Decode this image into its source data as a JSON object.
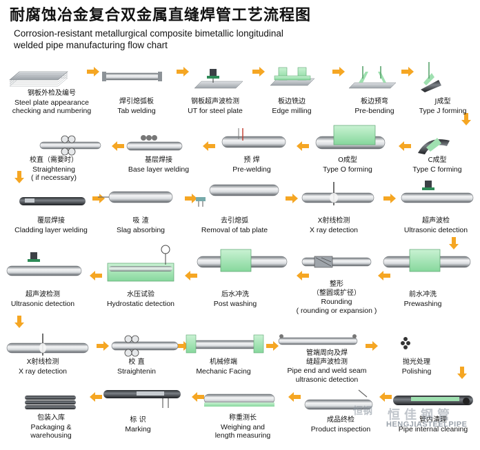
{
  "header": {
    "title_zh": "耐腐蚀冶金复合双金属直缝焊管工艺流程图",
    "title_en_line1": "Corrosion-resistant metallurgical composite bimetallic longitudinal",
    "title_en_line2": "welded pipe manufacturing flow chart"
  },
  "steps": [
    {
      "zh": "钢板外检及编号",
      "en": "Steel plate appearance",
      "en2": "checking and numbering"
    },
    {
      "zh": "焊引熄弧板",
      "en": "Tab welding",
      "en2": ""
    },
    {
      "zh": "钢板超声波检测",
      "en": "UT for steel plate",
      "en2": ""
    },
    {
      "zh": "板边铣边",
      "en": "Edge milling",
      "en2": ""
    },
    {
      "zh": "板边预弯",
      "en": "Pre-bending",
      "en2": ""
    },
    {
      "zh": "J成型",
      "en": "Type J forming",
      "en2": ""
    },
    {
      "zh": "C成型",
      "en": "Type C forming",
      "en2": ""
    },
    {
      "zh": "O成型",
      "en": "Type O forming",
      "en2": ""
    },
    {
      "zh": "预 焊",
      "en": "Pre-welding",
      "en2": ""
    },
    {
      "zh": "基层焊接",
      "en": "Base layer welding",
      "en2": ""
    },
    {
      "zh": "校直（需要时）",
      "en": "Straightening",
      "en2": "( if necessary)"
    },
    {
      "zh": "覆层焊接",
      "en": "Cladding layer welding",
      "en2": ""
    },
    {
      "zh": "吸 渣",
      "en": "Slag absorbing",
      "en2": ""
    },
    {
      "zh": "去引熄弧",
      "en": "Removal of tab plate",
      "en2": ""
    },
    {
      "zh": "X射线检测",
      "en": "X ray detection",
      "en2": ""
    },
    {
      "zh": "超声波检",
      "en": "Ultrasonic detection",
      "en2": ""
    },
    {
      "zh": "前水冲洗",
      "en": "Prewashing",
      "en2": ""
    },
    {
      "zh": "整形",
      "zh2": "（整圆或扩径）",
      "en": "Rounding",
      "en2": "( rounding or expansion )"
    },
    {
      "zh": "后水冲洗",
      "en": "Post washing",
      "en2": ""
    },
    {
      "zh": "水压试验",
      "en": "Hydrostatic detection",
      "en2": ""
    },
    {
      "zh": "超声波检测",
      "en": "Ultrasonic detection",
      "en2": ""
    },
    {
      "zh": "X射线检测",
      "en": "X ray detection",
      "en2": ""
    },
    {
      "zh": "校 直",
      "en": "Straightenin",
      "en2": ""
    },
    {
      "zh": "机械修端",
      "en": "Mechanic Facing",
      "en2": ""
    },
    {
      "zh": "管端周向及焊",
      "zh2": "缝超声波检测",
      "en": "Pipe end and weld seam",
      "en2": "ultrasonic detection"
    },
    {
      "zh": "抛光处理",
      "en": "Polishing",
      "en2": ""
    },
    {
      "zh": "管内清理",
      "en": "Pipe internal cleaning",
      "en2": ""
    },
    {
      "zh": "成品终检",
      "en": "Product inspection",
      "en2": ""
    },
    {
      "zh": "称重测长",
      "en": "Weighing and",
      "en2": "length measuring"
    },
    {
      "zh": "标 识",
      "en": "Marking",
      "en2": ""
    },
    {
      "zh": "包装入库",
      "en": "Packaging &",
      "en2": "warehousing"
    }
  ],
  "colors": {
    "arrow": "#f5a623",
    "green": "#a8e6b8",
    "pipe_dark": "#555b61",
    "pipe_light": "#e8eaec"
  },
  "watermark": {
    "text": "HENGJIASTEELPIPE",
    "zh": "恒佳钢管",
    "mark": "恒钢"
  }
}
